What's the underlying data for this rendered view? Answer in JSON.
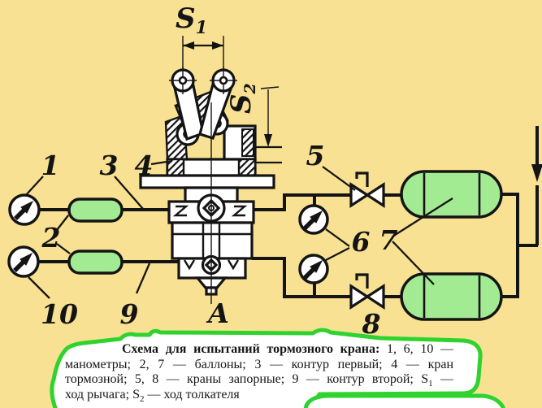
{
  "colors": {
    "background": "#F8E192",
    "tank_green": "#A3EB93",
    "border_green": "#2ED32E",
    "caption_bg": "#FFFFFF",
    "ink": "#141414"
  },
  "diagram": {
    "labels": {
      "gauge1": "1",
      "balloons2": "2",
      "contour_first": "3",
      "brake_valve": "4",
      "shutoff_valve5": "5",
      "gauge6": "6",
      "tanks7": "7",
      "shutoff_valve8": "8",
      "contour_second": "9",
      "gauge10": "10",
      "section_a": "A",
      "s1_main": "S",
      "s1_sub": "1",
      "s2_main": "S",
      "s2_sub": "2"
    }
  },
  "caption": {
    "lines": [
      {
        "bold": "Схема для испытаний тормозного крана:",
        "rest": " 1, 6, 10 —"
      },
      {
        "text": "манометры; 2, 7 — баллоны; 3 — контур первый; 4 — кран"
      },
      {
        "pre": "тормозной; 5, 8 — краны запорные; 9 — контур второй; S",
        "sub": "1",
        "post": " —"
      },
      {
        "pre": "ход рычага; S",
        "sub": "2",
        "post": " — ход толкателя"
      }
    ]
  }
}
